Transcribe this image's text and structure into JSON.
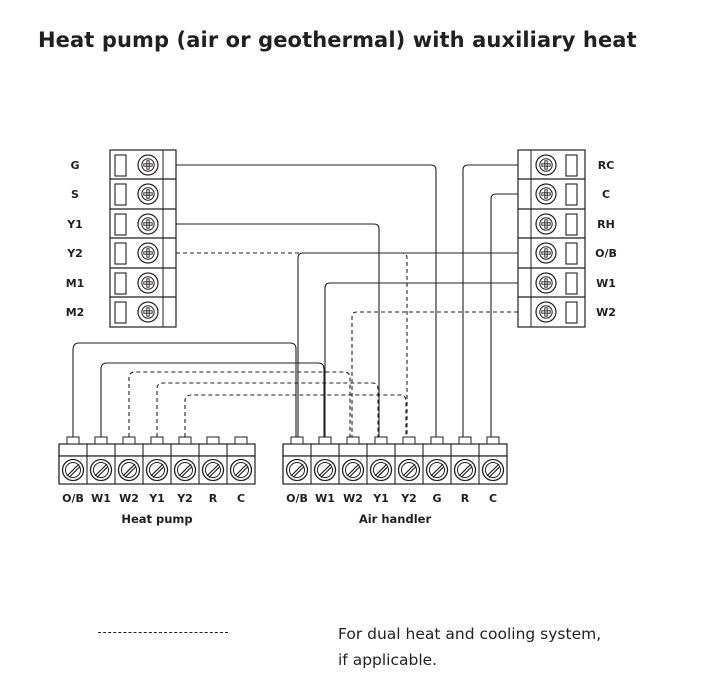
{
  "title": "Heat pump (air or geothermal) with auxiliary heat",
  "thermostat_left_terminals": [
    "G",
    "S",
    "Y1",
    "Y2",
    "M1",
    "M2"
  ],
  "thermostat_right_terminals": [
    "RC",
    "C",
    "RH",
    "O/B",
    "W1",
    "W2"
  ],
  "heat_pump": {
    "name": "Heat pump",
    "terminals": [
      "O/B",
      "W1",
      "W2",
      "Y1",
      "Y2",
      "R",
      "C"
    ]
  },
  "air_handler": {
    "name": "Air handler",
    "terminals": [
      "O/B",
      "W1",
      "W2",
      "Y1",
      "Y2",
      "G",
      "R",
      "C"
    ]
  },
  "legend": {
    "text_line1": "For dual heat and cooling system,",
    "text_line2": "if applicable."
  }
}
